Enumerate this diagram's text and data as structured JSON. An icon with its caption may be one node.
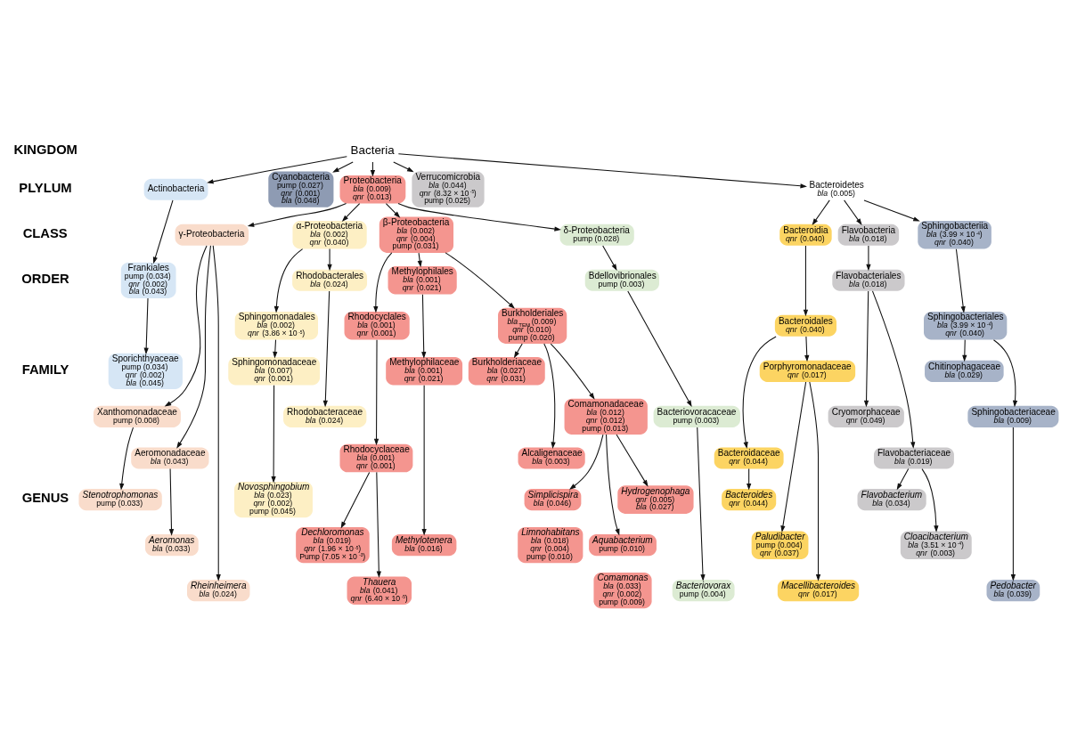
{
  "diagram": {
    "nodes": [
      {
        "text": [
          "Bacteria"
        ]
      },
      {
        "text": [
          "Actinobacteria"
        ]
      },
      {
        "text": [
          "Cyanobacteria",
          "pump (0.027)",
          "*qnr* (0.001)",
          "*bla* (0.048)"
        ]
      },
      {
        "text": [
          "Proteobacteria",
          "*bla* (0.009)",
          "*qnr* (0.013)"
        ]
      },
      {
        "text": [
          "Verrucomicrobia",
          "*bla* (0.044)",
          "*qnr* (8.32 × 10$^{-5}$)",
          "pump (0.025)"
        ]
      },
      {
        "text": [
          "Bacteroidetes",
          "*bla* (0.005)"
        ]
      },
      {
        "text": [
          "γ-Proteobacteria"
        ]
      },
      {
        "text": [
          "α-Proteobacteria",
          "*bla* (0.002)",
          "*qnr* (0.040)"
        ]
      },
      {
        "text": [
          "β-Proteobacteria",
          "*bla* (0.002)",
          "*qnr* (0.004)",
          "pump (0.031)"
        ]
      },
      {
        "text": [
          "δ-Proteobacteria",
          "pump (0.028)"
        ]
      },
      {
        "text": [
          "Bacteroidia",
          "*qnr* (0.040)"
        ]
      },
      {
        "text": [
          "Flavobacteria",
          "*bla* (0.018)"
        ]
      },
      {
        "text": [
          "Sphingobacteriia",
          "*bla* (3.99 × 10$^{-4}$)",
          "*qnr* (0.040)"
        ]
      },
      {
        "text": [
          "Frankiales",
          "pump (0.034)",
          "*qnr* (0.002)",
          "*bla* (0.043)"
        ]
      },
      {
        "text": [
          "Sphingomonadales",
          "*bla* (0.002)",
          "*qnr* (3.86 × 10$^{-5}$)"
        ]
      },
      {
        "text": [
          "Rhodocyclales",
          "*bla* (0.001)",
          "*qnr* (0.001)"
        ]
      },
      {
        "text": [
          "Methylophilales",
          "*bla* (0.001)",
          "*qnr* (0.021)"
        ]
      },
      {
        "text": [
          "Rhodobacterales",
          "*bla* (0.024)"
        ]
      },
      {
        "text": [
          "Burkholderiales",
          "*bla*$_{TEM}$ (0.009)",
          "*qnr* (0.010)",
          "pump (0.020)"
        ]
      },
      {
        "text": [
          "Bdellovibrionales",
          "pump (0.003)"
        ]
      },
      {
        "text": [
          "Bacteroidales",
          "*qnr* (0.040)"
        ]
      },
      {
        "text": [
          "Flavobacteriales",
          "*bla* (0.018)"
        ]
      },
      {
        "text": [
          "Sphingobacteriales",
          "*bla* (3.99 × 10$^{-4}$)",
          "*qnr* (0.040)"
        ]
      },
      {
        "text": [
          "Xanthomonadaceae",
          "pump (0.008)"
        ]
      },
      {
        "text": [
          "Sphingomonadaceae",
          "*bla* (0.007)",
          "*qnr* (0.001)"
        ]
      },
      {
        "text": [
          "Aeromonadaceae",
          "*bla* (0.043)"
        ]
      },
      {
        "text": [
          "Rhodobacteraceae",
          "*bla* (0.024)"
        ]
      },
      {
        "text": [
          "Sporichthyaceae",
          "pump (0.034)",
          "*qnr* (0.002)",
          "*bla* (0.045)"
        ]
      },
      {
        "text": [
          "Bacteroidaceae",
          "*qnr* (0.044)"
        ]
      },
      {
        "text": [
          "Cryomorphaceae",
          "*qnr* (0.049)"
        ]
      },
      {
        "text": [
          "Chitinophagaceae",
          "*bla* (0.029)"
        ]
      },
      {
        "text": [
          "Methylophilaceae",
          "*bla* (0.001)",
          "*qnr* (0.021)"
        ]
      },
      {
        "text": [
          "Rhodocyclaceae",
          "*bla* (0.001)",
          "*qnr* (0.001)"
        ]
      },
      {
        "text": [
          "Burkholderiaceae",
          "*bla* (0.027)",
          "*qnr* (0.031)"
        ]
      },
      {
        "text": [
          "Alcaligenaceae",
          "*bla* (0.003)"
        ]
      },
      {
        "text": [
          "Porphyromonadaceae",
          "*qnr* (0.017)"
        ]
      },
      {
        "text": [
          "Sphingobacteriaceae",
          "*bla* (0.009)"
        ]
      },
      {
        "text": [
          "Comamonadaceae",
          "*bla* (0.012)",
          "*qnr* (0.012)",
          "pump (0.013)"
        ]
      },
      {
        "text": [
          "Bacteriovoracaceae",
          "pump (0.003)"
        ]
      },
      {
        "text": [
          "Flavobacteriaceae",
          "*bla* (0.019)"
        ]
      },
      {
        "text": [
          "Dechloromonas",
          "*bla* (0.019)",
          "*qnr* (1.96 × 10$^{-5}$)",
          "Pump (7.05 × 10$^{-3}$)"
        ]
      },
      {
        "text": [
          "Thauera",
          "*bla* (0.041)",
          "*qnr* (6.40 × 10$^{-5}$)"
        ]
      },
      {
        "text": [
          "Methylotenera",
          "*bla* (0.016)"
        ]
      },
      {
        "text": [
          "Aeromonas",
          "*bla* (0.033)"
        ]
      },
      {
        "text": [
          "Paludibacter",
          "pump (0.004)",
          "*qnr* (0.037)"
        ]
      },
      {
        "text": [
          "Flavobacterium",
          "*bla* (0.034)"
        ]
      },
      {
        "text": [
          "Pedobacter",
          "*bla* (0.039)"
        ]
      },
      {
        "text": [
          "Bacteriovorax",
          "pump (0.004)"
        ]
      },
      {
        "text": [
          "Simplicispira",
          "*bla* (0.046)"
        ]
      },
      {
        "text": [
          "Aquabacterium",
          "pump (0.010)"
        ]
      },
      {
        "text": [
          "Stenotrophomonas",
          "pump (0.033)"
        ]
      },
      {
        "text": [
          "Rheinheimera",
          "*bla* (0.024)"
        ]
      },
      {
        "text": [
          "Novosphingobium",
          "*bla* (0.023)",
          "*qnr* (0.002)",
          "pump (0.045)"
        ]
      },
      {
        "text": [
          "Limnohabitans",
          "*bla* (0.018)",
          "*qnr* (0.004)",
          "pump (0.010)"
        ]
      },
      {
        "text": [
          "Comamonas",
          "*bla* (0.033)",
          "*qnr* (0.002)",
          "pump (0.009)"
        ]
      },
      {
        "text": [
          "Hydrogenophaga",
          "*qnr* (0.005)",
          "*bla* (0.027)"
        ]
      },
      {
        "text": [
          "Bacteroides",
          "*qnr* (0.044)"
        ]
      },
      {
        "text": [
          "Macellibacteroides",
          "*qnr* (0.017)"
        ]
      },
      {
        "text": [
          "Cloacibacterium",
          "*bla* (3.51 × 10$^{-4}$)",
          "*qnr* (0.003)"
        ]
      }
    ],
    "edges": [
      {
        "from": 0,
        "to": 1,
        "arrow": "to"
      },
      {
        "from": 0,
        "to": 2,
        "arrow": "to"
      },
      {
        "from": 0,
        "to": 3,
        "arrow": "to"
      },
      {
        "from": 0,
        "to": 4,
        "arrow": "to"
      },
      {
        "from": 0,
        "to": 5,
        "arrow": "to"
      },
      {
        "from": 3,
        "to": 6,
        "arrow": "to"
      },
      {
        "from": 3,
        "to": 7,
        "arrow": "to"
      },
      {
        "from": 3,
        "to": 8,
        "arrow": "to"
      },
      {
        "from": 3,
        "to": 9,
        "arrow": "to"
      },
      {
        "from": 5,
        "to": 10,
        "arrow": "to"
      },
      {
        "from": 5,
        "to": 11,
        "arrow": "to"
      },
      {
        "from": 5,
        "to": 12,
        "arrow": "to"
      },
      {
        "from": 1,
        "to": 13,
        "arrow": "to"
      },
      {
        "from": 7,
        "to": 14,
        "arrow": "to"
      },
      {
        "from": 7,
        "to": 17,
        "arrow": "to"
      },
      {
        "from": 8,
        "to": 15,
        "arrow": "to"
      },
      {
        "from": 8,
        "to": 16,
        "arrow": "to"
      },
      {
        "from": 8,
        "to": 18,
        "arrow": "to"
      },
      {
        "from": 9,
        "to": 19,
        "arrow": "to"
      },
      {
        "from": 10,
        "to": 20,
        "arrow": "to"
      },
      {
        "from": 11,
        "to": 21,
        "arrow": "to"
      },
      {
        "from": 12,
        "to": 22,
        "arrow": "to"
      },
      {
        "from": 6,
        "to": 23,
        "arrow": "to"
      },
      {
        "from": 6,
        "to": 25,
        "arrow": "to"
      },
      {
        "from": 6,
        "to": 51,
        "arrow": "to"
      },
      {
        "from": 13,
        "to": 27,
        "arrow": "to"
      },
      {
        "from": 14,
        "to": 24,
        "arrow": "to"
      },
      {
        "from": 17,
        "to": 26,
        "arrow": "to"
      },
      {
        "from": 15,
        "to": 32,
        "arrow": "to"
      },
      {
        "from": 16,
        "to": 31,
        "arrow": "to"
      },
      {
        "from": 18,
        "to": 33,
        "arrow": "to"
      },
      {
        "from": 18,
        "to": 34,
        "arrow": "to"
      },
      {
        "from": 18,
        "to": 37,
        "arrow": "to"
      },
      {
        "from": 19,
        "to": 38,
        "arrow": "to"
      },
      {
        "from": 20,
        "to": 28,
        "arrow": "to"
      },
      {
        "from": 20,
        "to": 35,
        "arrow": "to"
      },
      {
        "from": 21,
        "to": 29,
        "arrow": "to"
      },
      {
        "from": 21,
        "to": 39,
        "arrow": "to"
      },
      {
        "from": 22,
        "to": 30,
        "arrow": "to"
      },
      {
        "from": 22,
        "to": 36,
        "arrow": "to"
      },
      {
        "from": 23,
        "to": 50,
        "arrow": "to"
      },
      {
        "from": 25,
        "to": 43,
        "arrow": "to"
      },
      {
        "from": 24,
        "to": 52,
        "arrow": "to"
      },
      {
        "from": 32,
        "to": 40,
        "arrow": "to"
      },
      {
        "from": 32,
        "to": 41,
        "arrow": "to"
      },
      {
        "from": 31,
        "to": 42,
        "arrow": "to"
      },
      {
        "from": 37,
        "to": 48,
        "arrow": "to"
      },
      {
        "from": 37,
        "to": 49,
        "arrow": "to"
      },
      {
        "from": 37,
        "to": 55,
        "arrow": "to"
      },
      {
        "from": 38,
        "to": 47,
        "arrow": "to"
      },
      {
        "from": 28,
        "to": 56,
        "arrow": "to"
      },
      {
        "from": 35,
        "to": 44,
        "arrow": "to"
      },
      {
        "from": 35,
        "to": 57,
        "arrow": "to"
      },
      {
        "from": 39,
        "to": 45,
        "arrow": "to"
      },
      {
        "from": 39,
        "to": 58,
        "arrow": "to"
      },
      {
        "from": 36,
        "to": 46,
        "arrow": "to"
      }
    ],
    "labels": [
      "KINGDOM",
      "PLYLUM",
      "CLASS",
      "ORDER",
      "FAMILY",
      "GENUS"
    ]
  }
}
